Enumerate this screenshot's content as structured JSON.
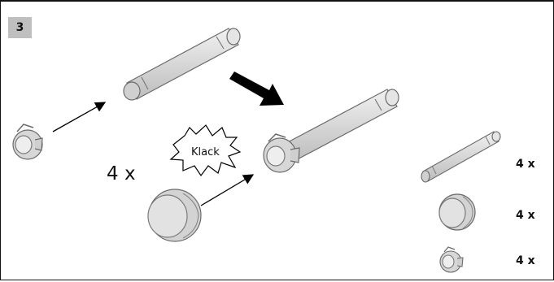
{
  "step": {
    "number": "3"
  },
  "labels": {
    "main_quantity": "4 x",
    "sound_effect": "Klack",
    "parts_list": [
      {
        "quantity": "4 x",
        "icon": "long-axle-icon"
      },
      {
        "quantity": "4 x",
        "icon": "cap-icon"
      },
      {
        "quantity": "4 x",
        "icon": "clip-connector-icon"
      }
    ]
  },
  "colors": {
    "badge_background": "#bfbfbf",
    "part_fill": "#d9d9d9",
    "part_outline": "#6b6b6b",
    "arrow": "#000000"
  }
}
